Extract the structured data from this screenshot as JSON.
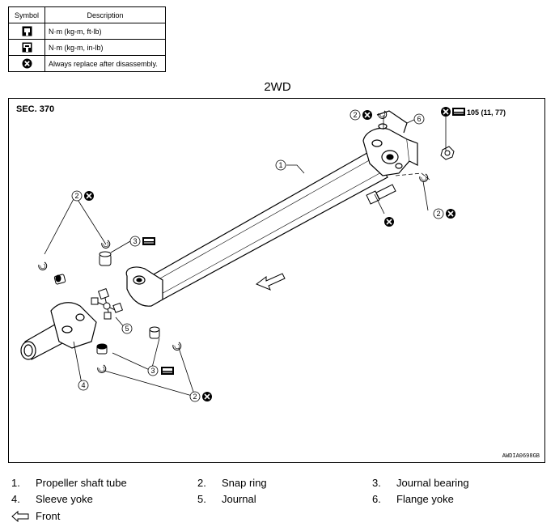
{
  "symbol_table": {
    "headers": [
      "Symbol",
      "Description"
    ],
    "rows": [
      {
        "icon": "torque-wrench-icon",
        "description": "N·m (kg-m, ft-lb)"
      },
      {
        "icon": "torque-wrench-inlb-icon",
        "description": "N·m (kg-m, in-lb)"
      },
      {
        "icon": "always-replace-icon",
        "description": "Always replace after disassembly."
      }
    ]
  },
  "title": "2WD",
  "diagram": {
    "section": "SEC. 370",
    "figure_code": "AWDIA0698GB",
    "torque_spec": "105 (11, 77)",
    "callouts": [
      "1",
      "2",
      "3",
      "4",
      "5",
      "6"
    ]
  },
  "legend": {
    "items": [
      {
        "number": "1.",
        "label": "Propeller shaft tube"
      },
      {
        "number": "2.",
        "label": "Snap ring"
      },
      {
        "number": "3.",
        "label": "Journal bearing"
      },
      {
        "number": "4.",
        "label": "Sleeve yoke"
      },
      {
        "number": "5.",
        "label": "Journal"
      },
      {
        "number": "6.",
        "label": "Flange yoke"
      }
    ],
    "front_label": "Front"
  }
}
